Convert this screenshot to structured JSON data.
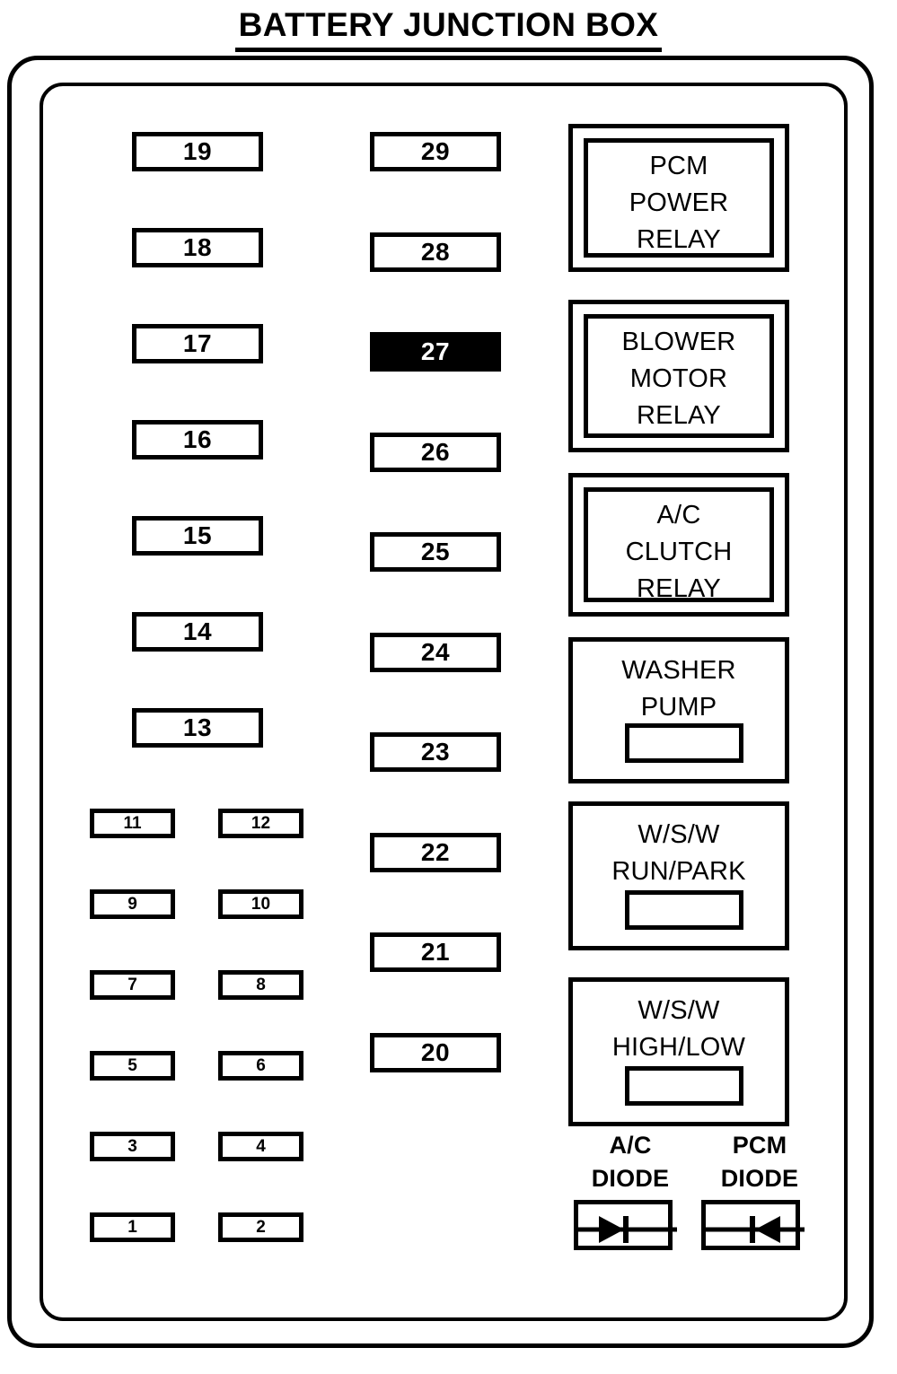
{
  "title": "BATTERY JUNCTION BOX",
  "fuses_left": [
    {
      "label": "19",
      "active": false
    },
    {
      "label": "18",
      "active": false
    },
    {
      "label": "17",
      "active": false
    },
    {
      "label": "16",
      "active": false
    },
    {
      "label": "15",
      "active": false
    },
    {
      "label": "14",
      "active": false
    },
    {
      "label": "13",
      "active": false
    }
  ],
  "fuses_middle": [
    {
      "label": "29",
      "active": false
    },
    {
      "label": "28",
      "active": false
    },
    {
      "label": "27",
      "active": true
    },
    {
      "label": "26",
      "active": false
    },
    {
      "label": "25",
      "active": false
    },
    {
      "label": "24",
      "active": false
    },
    {
      "label": "23",
      "active": false
    },
    {
      "label": "22",
      "active": false
    },
    {
      "label": "21",
      "active": false
    },
    {
      "label": "20",
      "active": false
    }
  ],
  "fuses_small": [
    {
      "label": "11"
    },
    {
      "label": "12"
    },
    {
      "label": "9"
    },
    {
      "label": "10"
    },
    {
      "label": "7"
    },
    {
      "label": "8"
    },
    {
      "label": "5"
    },
    {
      "label": "6"
    },
    {
      "label": "3"
    },
    {
      "label": "4"
    },
    {
      "label": "1"
    },
    {
      "label": "2"
    }
  ],
  "relays": [
    {
      "name": "pcm-power-relay",
      "lines": [
        "PCM",
        "POWER",
        "RELAY"
      ],
      "double_border": true,
      "has_slot": false
    },
    {
      "name": "blower-motor-relay",
      "lines": [
        "BLOWER",
        "MOTOR",
        "RELAY"
      ],
      "double_border": true,
      "has_slot": false
    },
    {
      "name": "ac-clutch-relay",
      "lines": [
        "A/C",
        "CLUTCH",
        "RELAY"
      ],
      "double_border": true,
      "has_slot": false
    },
    {
      "name": "washer-pump",
      "lines": [
        "WASHER",
        "PUMP"
      ],
      "double_border": false,
      "has_slot": true
    },
    {
      "name": "wsw-run-park",
      "lines": [
        "W/S/W",
        "RUN/PARK"
      ],
      "double_border": false,
      "has_slot": true
    },
    {
      "name": "wsw-high-low",
      "lines": [
        "W/S/W",
        "HIGH/LOW"
      ],
      "double_border": false,
      "has_slot": true
    }
  ],
  "diodes": [
    {
      "name": "ac-diode",
      "line1": "A/C",
      "line2": "DIODE",
      "direction": "right"
    },
    {
      "name": "pcm-diode",
      "line1": "PCM",
      "line2": "DIODE",
      "direction": "left"
    }
  ],
  "colors": {
    "ink": "#000000",
    "paper": "#ffffff",
    "highlight_fill": "#000000",
    "highlight_text": "#ffffff"
  }
}
